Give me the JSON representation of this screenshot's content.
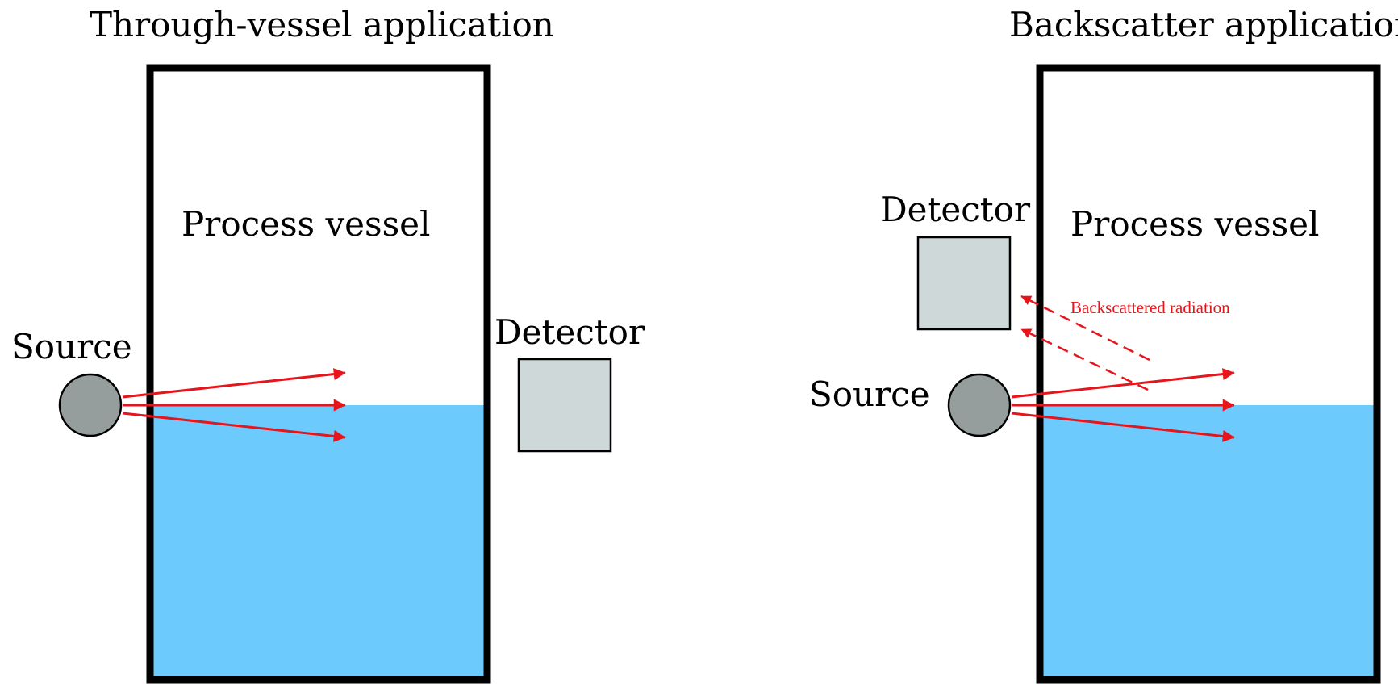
{
  "colors": {
    "liquid": "#6CCAFD",
    "vessel_wall": "#000000",
    "source_fill": "#959E9D",
    "detector_fill": "#CFD8D8",
    "radiation": "#E8141B"
  },
  "left": {
    "title": "Through-vessel application",
    "vessel_label": "Process vessel",
    "source_label": "Source",
    "detector_label": "Detector"
  },
  "right": {
    "title": "Backscatter application",
    "vessel_label": "Process vessel",
    "source_label": "Source",
    "detector_label": "Detector",
    "backscatter_label": "Backscattered radiation"
  }
}
